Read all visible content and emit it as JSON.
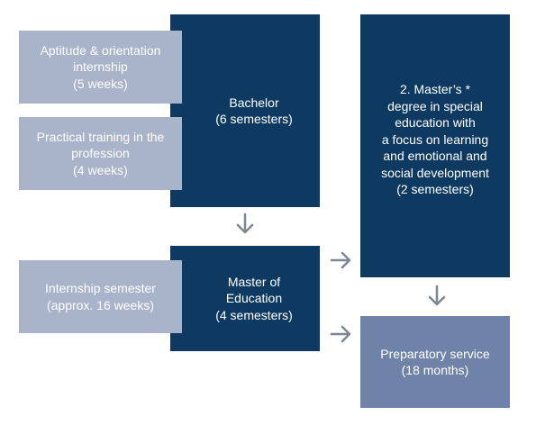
{
  "nodes": {
    "bachelor": "Bachelor\n(6 semesters)",
    "aptitude": "Aptitude & orientation\ninternship\n(5 weeks)",
    "practical": "Practical training in the\nprofession\n(4 weeks)",
    "master_ed": "Master of\nEducation\n(4 semesters)",
    "internship": "Internship semester\n(approx. 16 weeks)",
    "master_special": "2. Master’s *\ndegree in special\neducation with\na focus on learning\nand emotional and\nsocial development\n(2 semesters)",
    "prep": "Preparatory service\n(18 months)"
  },
  "colors": {
    "dark": "#0e3a62",
    "light": "#a9b4cb",
    "mid": "#6f83a8",
    "arrow": "#7d8794"
  },
  "icons": {
    "arrow_down": "arrow-down-icon",
    "arrow_right": "arrow-right-icon"
  }
}
